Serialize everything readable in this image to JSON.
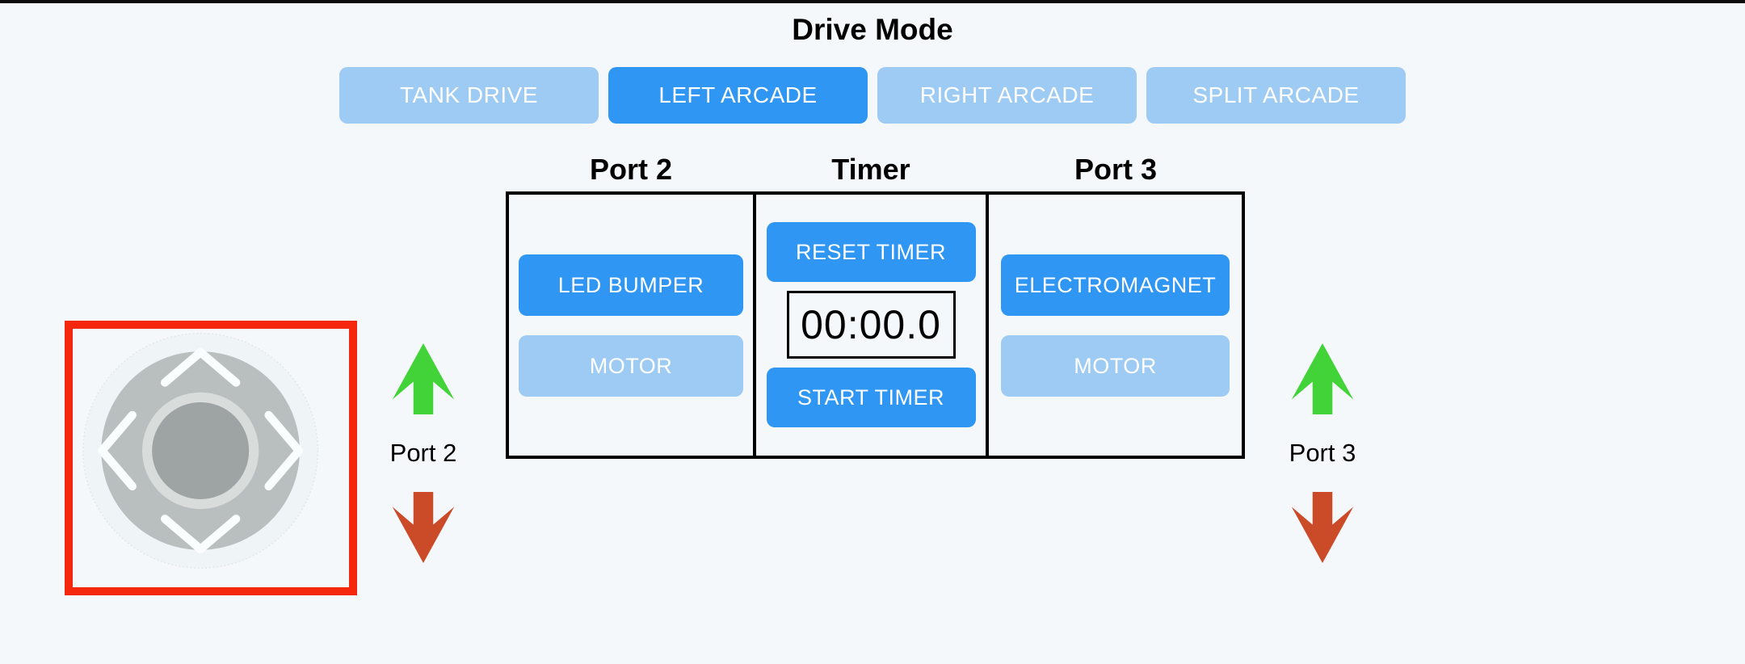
{
  "drive_mode": {
    "title": "Drive Mode",
    "options": [
      {
        "label": "TANK DRIVE",
        "selected": false
      },
      {
        "label": "LEFT ARCADE",
        "selected": true
      },
      {
        "label": "RIGHT ARCADE",
        "selected": false
      },
      {
        "label": "SPLIT ARCADE",
        "selected": false
      }
    ]
  },
  "panel": {
    "columns": [
      {
        "header": "Port 2",
        "buttons": [
          {
            "label": "LED BUMPER",
            "active": true
          },
          {
            "label": "MOTOR",
            "active": false
          }
        ]
      },
      {
        "header": "Timer",
        "reset_label": "RESET TIMER",
        "display": "00:00.0",
        "start_label": "START TIMER"
      },
      {
        "header": "Port 3",
        "buttons": [
          {
            "label": "ELECTROMAGNET",
            "active": true
          },
          {
            "label": "MOTOR",
            "active": false
          }
        ]
      }
    ]
  },
  "joystick": {
    "icon": "directional-joystick-icon",
    "highlight_border_color": "#f5270c"
  },
  "port_controls": [
    {
      "label": "Port 2",
      "up_icon": "green-up-arrow-icon",
      "down_icon": "red-down-arrow-icon"
    },
    {
      "label": "Port 3",
      "up_icon": "green-up-arrow-icon",
      "down_icon": "red-down-arrow-icon"
    }
  ],
  "colors": {
    "background": "#f5f8fa",
    "button_active": "#2f96f4",
    "button_inactive": "#9dcbf4",
    "arrow_up_green": "#41d338",
    "arrow_down_red": "#cb4a28",
    "joystick_highlight_red": "#f5270c",
    "table_border": "#000000"
  }
}
